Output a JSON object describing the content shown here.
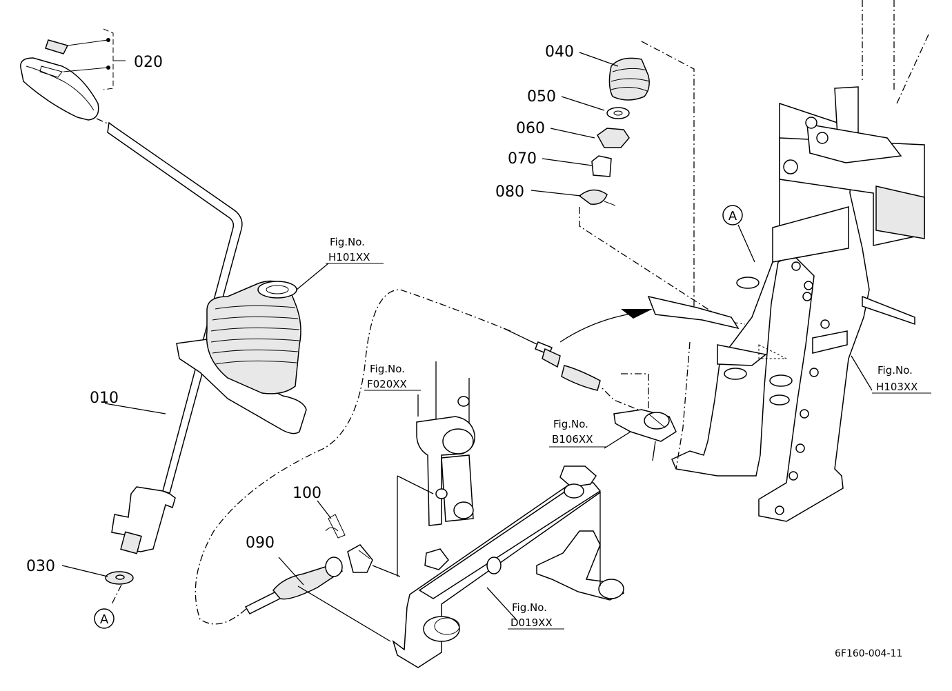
{
  "diagram": {
    "parts": {
      "p010": "010",
      "p020": "020",
      "p030": "030",
      "p040": "040",
      "p050": "050",
      "p060": "060",
      "p070": "070",
      "p080": "080",
      "p090": "090",
      "p100": "100"
    },
    "references": {
      "h101": {
        "top": "Fig.No.",
        "bottom": "H101XX"
      },
      "f020": {
        "top": "Fig.No.",
        "bottom": "F020XX"
      },
      "b106": {
        "top": "Fig.No.",
        "bottom": "B106XX"
      },
      "h103": {
        "top": "Fig.No.",
        "bottom": "H103XX"
      },
      "d019": {
        "top": "Fig.No.",
        "bottom": "D019XX"
      }
    },
    "markers": {
      "a_bottom": "A",
      "a_top": "A"
    },
    "document_code": "6F160-004-11"
  }
}
